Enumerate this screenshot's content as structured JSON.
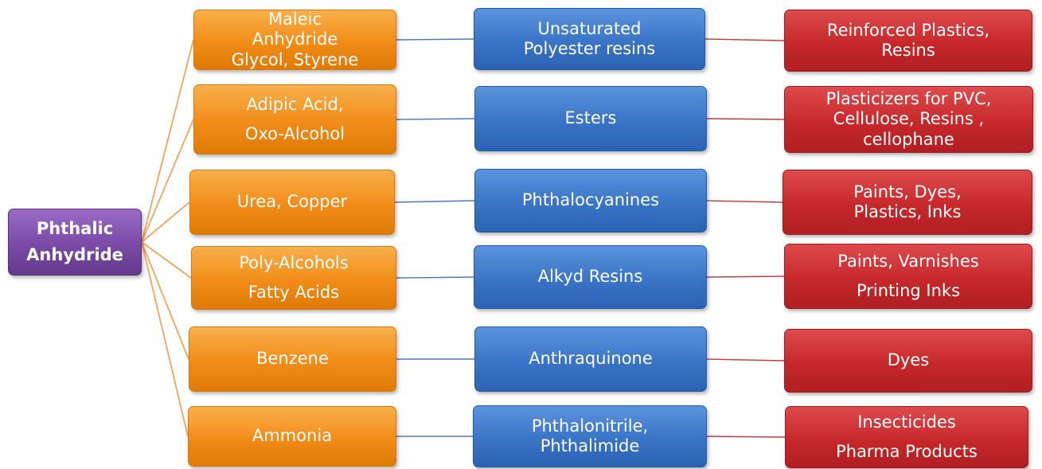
{
  "root": {
    "lines": [
      "Phthalic",
      "Anhydride"
    ],
    "color": "#7a4aa6"
  },
  "colors": {
    "input": "#f28c18",
    "product": "#3a74c6",
    "use": "#c6282b",
    "root_link": "#f2a35e",
    "input_product_link": "#4a78c0",
    "product_use_link": "#c23a3c"
  },
  "rows": [
    {
      "input": {
        "lines": [
          "Maleic",
          "Anhydride",
          "Glycol, Styrene"
        ]
      },
      "product": {
        "lines": [
          "Unsaturated",
          "Polyester resins"
        ]
      },
      "use": {
        "lines": [
          "Reinforced Plastics,",
          "Resins"
        ]
      }
    },
    {
      "input": {
        "lines": [
          "Adipic Acid,",
          "Oxo-Alcohol"
        ]
      },
      "product": {
        "lines": [
          "Esters"
        ]
      },
      "use": {
        "lines": [
          "Plasticizers for PVC,",
          "Cellulose, Resins ,",
          "cellophane"
        ]
      }
    },
    {
      "input": {
        "lines": [
          "Urea, Copper"
        ]
      },
      "product": {
        "lines": [
          "Phthalocyanines"
        ]
      },
      "use": {
        "lines": [
          "Paints,  Dyes,",
          "Plastics, Inks"
        ]
      }
    },
    {
      "input": {
        "lines": [
          "Poly-Alcohols",
          "Fatty Acids"
        ]
      },
      "product": {
        "lines": [
          "Alkyd Resins"
        ]
      },
      "use": {
        "lines": [
          "Paints, Varnishes",
          "Printing Inks"
        ]
      }
    },
    {
      "input": {
        "lines": [
          "Benzene"
        ]
      },
      "product": {
        "lines": [
          "Anthraquinone"
        ]
      },
      "use": {
        "lines": [
          "Dyes"
        ]
      }
    },
    {
      "input": {
        "lines": [
          "Ammonia"
        ]
      },
      "product": {
        "lines": [
          "Phthalonitrile,",
          "Phthalimide"
        ]
      },
      "use": {
        "lines": [
          "Insecticides",
          "Pharma Products"
        ]
      }
    }
  ]
}
